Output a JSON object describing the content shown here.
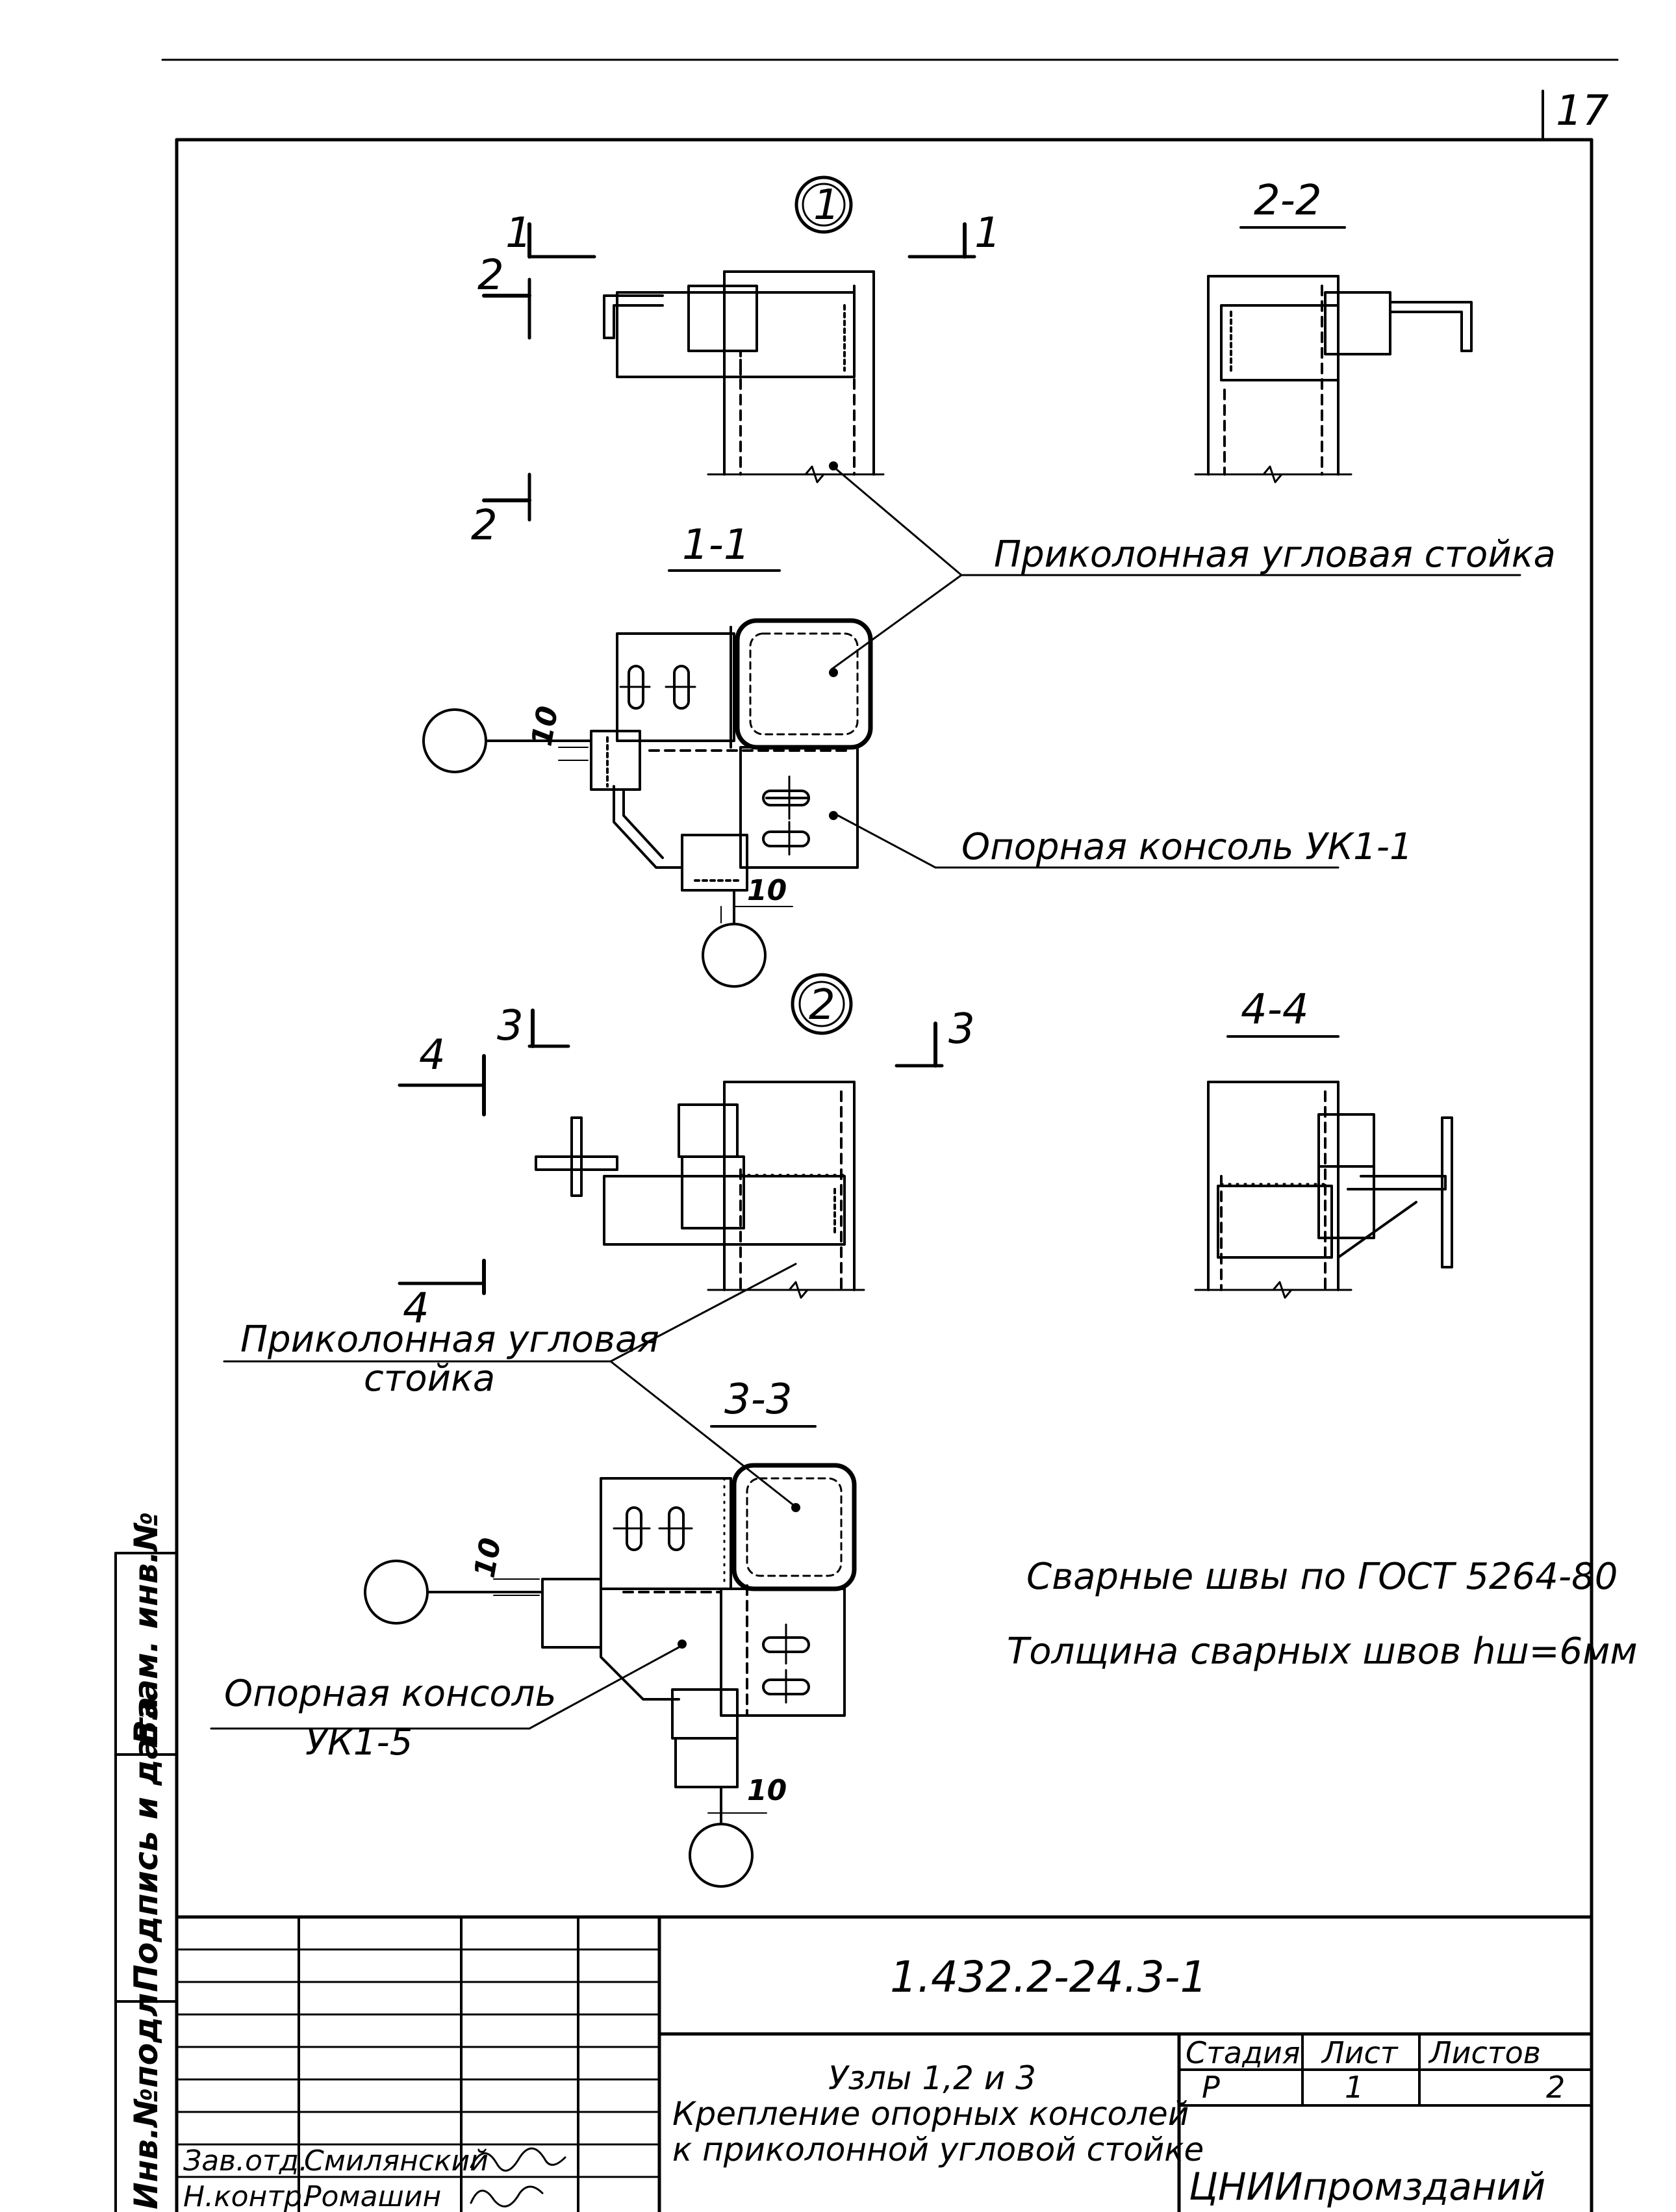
{
  "sheet_number": "17",
  "node1": {
    "marker": "1",
    "cut_marks": {
      "cut1_left": "1",
      "cut1_right": "1",
      "cut2_top": "2",
      "cut2_bottom": "2"
    },
    "section_1_1": "1-1",
    "section_2_2": "2-2",
    "label_post": "Приколонная угловая стойка",
    "label_console": "Опорная консоль УК1-1",
    "dim_a": "10",
    "dim_b": "10"
  },
  "node2": {
    "marker": "2",
    "cut_marks": {
      "cut3_left": "3",
      "cut3_right": "3",
      "cut4_top": "4",
      "cut4_bottom": "4"
    },
    "section_3_3": "3-3",
    "section_4_4": "4-4",
    "label_post_line1": "Приколонная угловая",
    "label_post_line2": "стойка",
    "label_console_line1": "Опорная консоль",
    "label_console_line2": "УК1-5",
    "dim_a": "10",
    "dim_b": "10"
  },
  "notes": {
    "line1": "Сварные швы по ГОСТ 5264-80",
    "line2": "Толщина сварных швов hш=6мм"
  },
  "side_stamp": {
    "f1": "Взам. инв.№",
    "f2": "Подпись и дата",
    "f3": "Инв.№подл."
  },
  "title_block": {
    "code": "1.432.2-24.3-1",
    "title_line1": "Узлы 1,2 и 3",
    "title_line2": "Крепление опорных консолей",
    "title_line3": "к приколонной угловой стойке",
    "stage_header": "Стадия",
    "sheet_header": "Лист",
    "sheets_header": "Листов",
    "stage_value": "Р",
    "sheet_value": "1",
    "sheets_value": "2",
    "organization": "ЦНИИпромзданий",
    "row1_role": "Зав.отд.",
    "row1_name": "Смилянский",
    "row2_role": "Н.контр.",
    "row2_name": "Ромашин"
  }
}
